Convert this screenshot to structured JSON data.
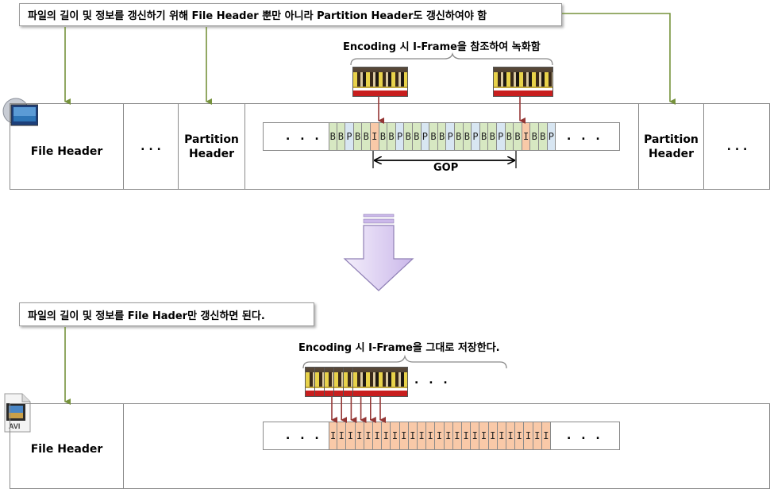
{
  "top": {
    "callout_text": "파일의 길이 및 정보를 갱신하기 위해 File Header 뿐만 아니라 Partition Header도 갱신하여야 함",
    "encoding_label": "Encoding 시 I-Frame을 참조하여 녹화함",
    "cells": {
      "file_header": "File Header",
      "ellipsis_1": ". . .",
      "partition_header_1": "Partition\nHeader",
      "partition_header_2": "Partition\nHeader",
      "ellipsis_2": ". . ."
    },
    "strip_leading": ". . .",
    "strip_trailing": ". . .",
    "frames": [
      "B",
      "B",
      "P",
      "B",
      "B",
      "I",
      "B",
      "B",
      "P",
      "B",
      "B",
      "P",
      "B",
      "B",
      "P",
      "B",
      "B",
      "P",
      "B",
      "B",
      "P",
      "B",
      "B",
      "I",
      "B",
      "B",
      "P"
    ],
    "gop_label": "GOP",
    "file_icon": "video-file-icon"
  },
  "bottom": {
    "callout_text": "파일의 길이 및 정보를 File Hader만 갱신하면 된다.",
    "encoding_label": "Encoding 시 I-Frame을 그대로 저장한다.",
    "file_header": "File Header",
    "strip_leading": ". . .",
    "strip_trailing": ". . .",
    "thumb_trailing": ". . .",
    "frames": [
      "I",
      "I",
      "I",
      "I",
      "I",
      "I",
      "I",
      "I",
      "I",
      "I",
      "I",
      "I",
      "I",
      "I",
      "I",
      "I",
      "I",
      "I",
      "I",
      "I",
      "I",
      "I",
      "I",
      "I",
      "I"
    ],
    "file_icon": "avi-file-icon",
    "file_icon_text": "AVI"
  },
  "colors": {
    "b_frame": "#d7e8c2",
    "p_frame": "#d8e6f2",
    "i_frame": "#f9c9a8",
    "arrow_green": "#76923c",
    "arrow_red": "#943634",
    "transition_arrow": "#c9b7e8"
  }
}
